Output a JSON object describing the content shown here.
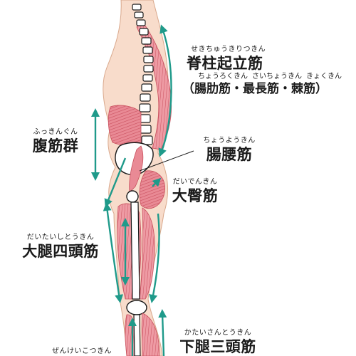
{
  "labels": {
    "erector": {
      "ruby": "せきちゅうきりつきん",
      "name": "脊柱起立筋",
      "sub_rubies": [
        "ちょうろくきん",
        "さいちょうきん",
        "きょくきん"
      ],
      "sub": "（腸肋筋・最長筋・棘筋）"
    },
    "abdominal": {
      "ruby": "ふっきんぐん",
      "name": "腹筋群"
    },
    "iliopsoas": {
      "ruby": "ちょうようきん",
      "name": "腸腰筋"
    },
    "gluteus": {
      "ruby": "だいでんきん",
      "name": "大臀筋"
    },
    "quadriceps": {
      "ruby": "だいたいしとうきん",
      "name": "大腿四頭筋"
    },
    "triceps_surae": {
      "ruby": "かたいさんとうきん",
      "name": "下腿三頭筋"
    },
    "tibialis": {
      "ruby": "ぜんけいこつきん"
    }
  },
  "colors": {
    "skin": "#f8dccb",
    "skin_outline": "#d9a88c",
    "muscle": "#e98a95",
    "muscle_dark": "#c9505e",
    "arrow": "#1f9a8a",
    "bone": "#ffffff",
    "bone_outline": "#1a1a1a"
  }
}
